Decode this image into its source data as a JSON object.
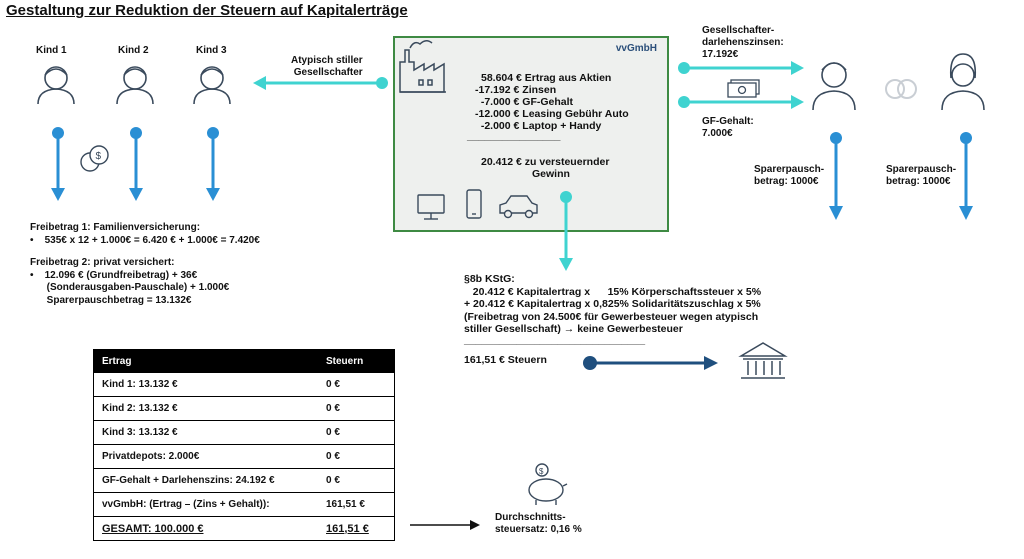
{
  "title": "Gestaltung zur Reduktion der Steuern auf Kapitalerträge",
  "children": [
    "Kind 1",
    "Kind 2",
    "Kind 3"
  ],
  "atypisch_label": [
    "Atypisch stiller",
    "Gesellschafter"
  ],
  "company": {
    "name": "vvGmbH",
    "lines": [
      "58.604 € Ertrag aus Aktien",
      "-17.192 € Zinsen",
      "  -7.000 € GF-Gehalt",
      "-12.000 € Leasing Gebühr Auto",
      "  -2.000 € Laptop + Handy",
      "________________",
      "20.412 € zu versteuernder",
      "Gewinn"
    ]
  },
  "loan_interest": [
    "Gesellschafter-",
    "darlehenszinsen:",
    "17.192€"
  ],
  "gf_salary": [
    "GF-Gehalt:",
    "7.000€"
  ],
  "saver_allowance_1": [
    "Sparerpausch-",
    "betrag: 1000€"
  ],
  "saver_allowance_2": [
    "Sparerpausch-",
    "betrag: 1000€"
  ],
  "freibetrag": [
    "Freibetrag 1: Familienversicherung:",
    "•    535€ x 12 + 1.000€ = 6.420 € + 1.000€ = 7.420€",
    "",
    "Freibetrag 2: privat versichert:",
    "•    12.096 € (Grundfreibetrag) + 36€",
    "      (Sonderausgaben-Pauschale) + 1.000€",
    "      Sparerpauschbetrag = 13.132€"
  ],
  "kstg": [
    "§8b KStG:",
    "   20.412 € Kapitalertrag x      15% Körperschaftssteuer x 5%",
    "+ 20.412 € Kapitalertrag x 0,825% Solidaritätszuschlag x 5%",
    "(Freibetrag von 24.500€ für Gewerbesteuer wegen atypisch",
    "stiller Gesellschaft) → keine Gewerbesteuer",
    "_______________________________",
    "",
    "161,51 € Steuern"
  ],
  "table": {
    "headers": [
      "Ertrag",
      "Steuern"
    ],
    "rows": [
      [
        "Kind 1: 13.132 €",
        "0 €"
      ],
      [
        "Kind 2: 13.132 €",
        "0 €"
      ],
      [
        "Kind 3: 13.132 €",
        "0 €"
      ],
      [
        "Privatdepots: 2.000€",
        "0 €"
      ],
      [
        "GF-Gehalt + Darlehenszins: 24.192 €",
        "0 €"
      ],
      [
        "vvGmbH: (Ertrag – (Zins + Gehalt)):",
        "161,51 €"
      ]
    ],
    "total": [
      "GESAMT: 100.000 €",
      "161,51 €"
    ]
  },
  "average_rate": [
    "Durchschnitts-",
    "steuersatz: 0,16 %"
  ],
  "colors": {
    "turquoise": "#3fd3d0",
    "blue": "#2a8fd4",
    "navy": "#1f4f7e",
    "company_border": "#3e8a43",
    "company_bg": "#eef0ee",
    "icon": "#3a4a5c"
  }
}
